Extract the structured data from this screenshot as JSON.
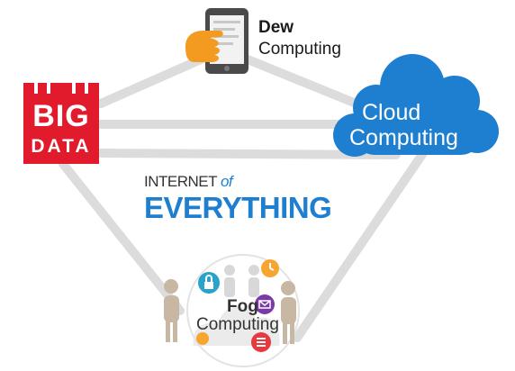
{
  "nodes": {
    "dew": {
      "title": "Dew",
      "subtitle": "Computing"
    },
    "bigdata": {
      "line1": "BIG",
      "line2": "DATA"
    },
    "cloud": {
      "line1": "Cloud",
      "line2": "Computing"
    },
    "fog": {
      "title": "Fog",
      "subtitle": "Computing"
    }
  },
  "center": {
    "prefix": "INTERNET",
    "connector": "of",
    "main": "EVERYTHING"
  },
  "icons": [
    "phone-icon",
    "hand-icon",
    "padlock-icon",
    "clock-icon",
    "mail-icon",
    "list-icon",
    "people-icon"
  ],
  "colors": {
    "big_data_red": "#e21b2c",
    "cloud_blue": "#1e7fd0",
    "phone_orange": "#f39a21",
    "connector_gray": "#dcdcdc"
  }
}
